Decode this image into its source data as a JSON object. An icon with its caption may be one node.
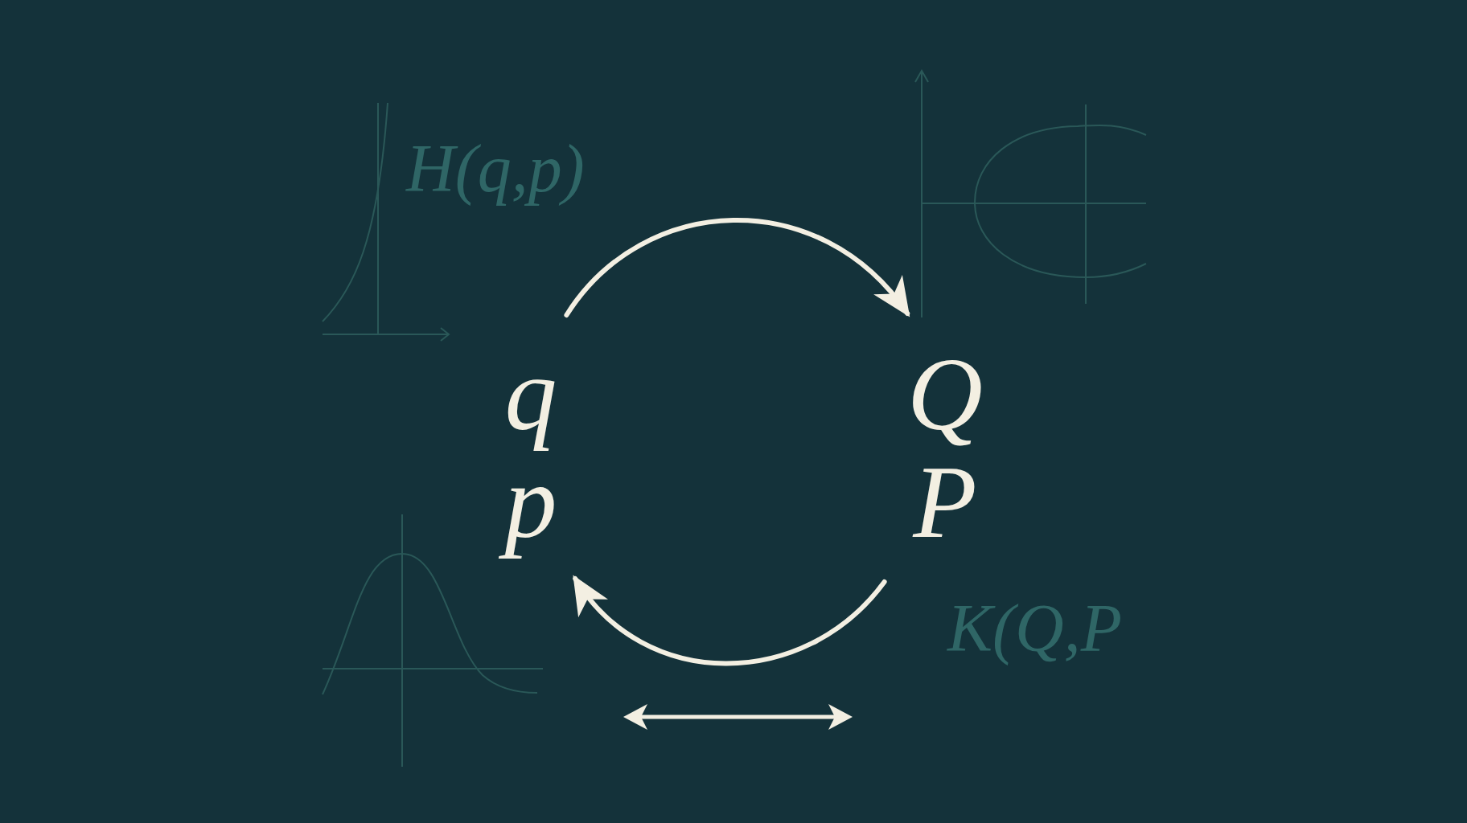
{
  "diagram": {
    "nodes": [
      {
        "text": [
          "q",
          "p"
        ]
      },
      {
        "text": [
          "Q",
          "P"
        ]
      }
    ],
    "edges": [
      {
        "from": 0,
        "to": 1,
        "arrow": "to"
      },
      {
        "from": 1,
        "to": 0,
        "arrow": "to"
      }
    ],
    "labels": [
      "H(q,p)",
      "K(Q,P"
    ]
  }
}
